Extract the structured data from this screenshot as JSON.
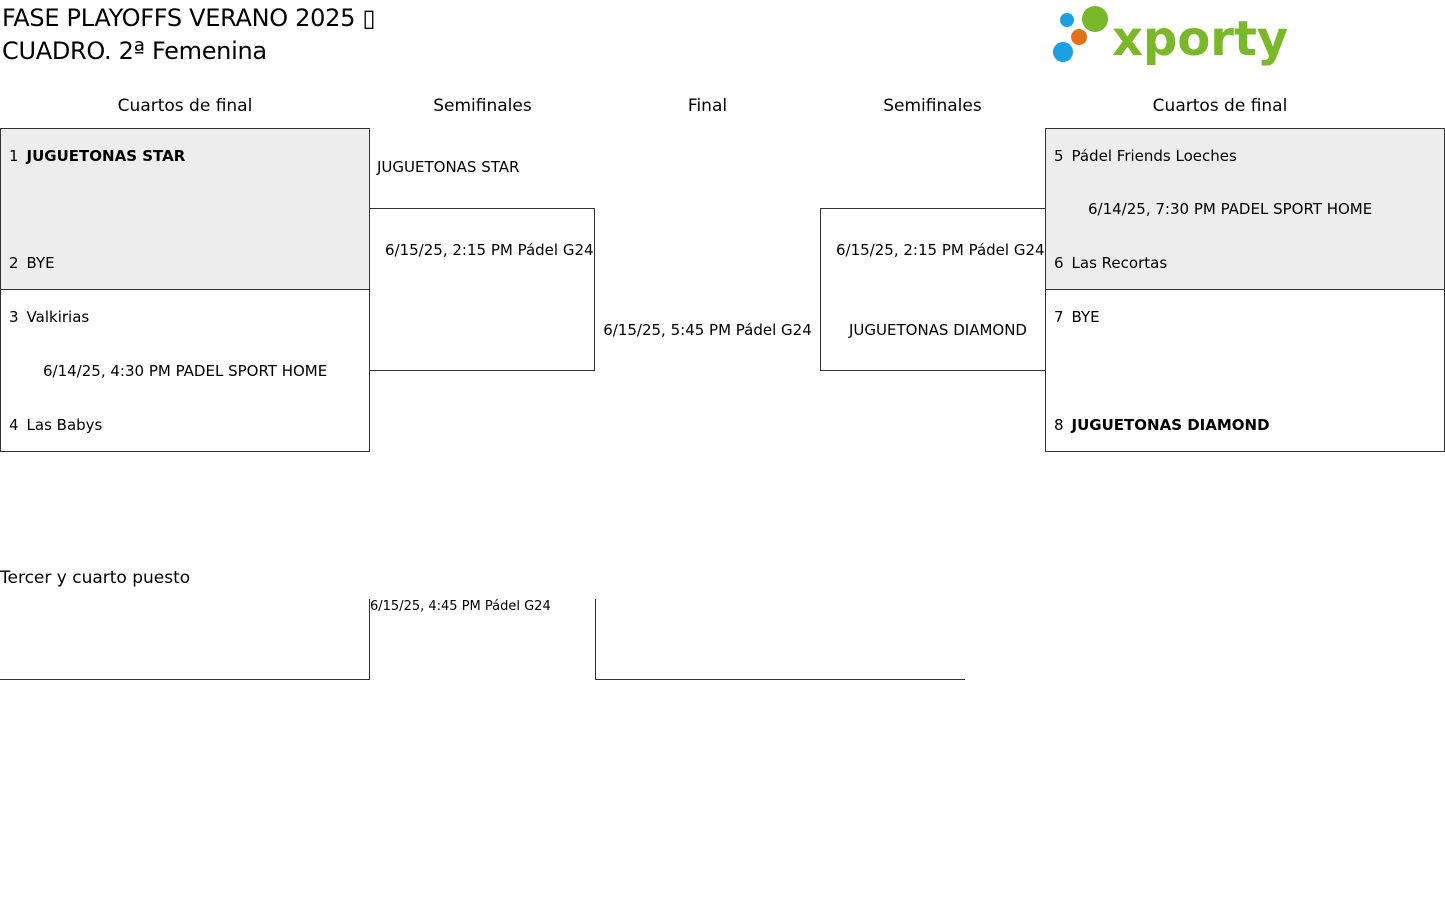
{
  "title": {
    "line1": "FASE PLAYOFFS VERANO 2025 ▯",
    "line2": "CUADRO. 2ª Femenina"
  },
  "logo": {
    "text": "xporty",
    "colors": {
      "green": "#7ab829",
      "blue": "#1ba1e2",
      "orange": "#e2711b"
    }
  },
  "headers": {
    "quarters_left": "Cuartos de final",
    "semis_left": "Semifinales",
    "final": "Final",
    "semis_right": "Semifinales",
    "quarters_right": "Cuartos de final"
  },
  "left_quarters": [
    {
      "top": {
        "seed": "1",
        "team": "JUGUETONAS STAR"
      },
      "bottom": {
        "seed": "2",
        "team": "BYE"
      },
      "info": ""
    },
    {
      "top": {
        "seed": "3",
        "team": "Valkirias"
      },
      "bottom": {
        "seed": "4",
        "team": "Las Babys"
      },
      "info": "6/14/25, 4:30 PM PADEL SPORT HOME"
    }
  ],
  "left_semi": {
    "winner": "JUGUETONAS STAR",
    "info": "6/15/25, 2:15 PM Pádel G24"
  },
  "final": {
    "info": "6/15/25, 5:45 PM Pádel G24"
  },
  "right_semi": {
    "info": "6/15/25, 2:15 PM Pádel G24",
    "winner": "JUGUETONAS DIAMOND"
  },
  "right_quarters": [
    {
      "top": {
        "seed": "5",
        "team": "Pádel Friends Loeches"
      },
      "bottom": {
        "seed": "6",
        "team": "Las Recortas"
      },
      "info": "6/14/25, 7:30 PM PADEL SPORT HOME"
    },
    {
      "top": {
        "seed": "7",
        "team": "BYE"
      },
      "bottom": {
        "seed": "8",
        "team": "JUGUETONAS DIAMOND"
      },
      "info": ""
    }
  ],
  "third_place": {
    "label": "Tercer y cuarto puesto",
    "info": "6/15/25, 4:45 PM Pádel G24"
  }
}
